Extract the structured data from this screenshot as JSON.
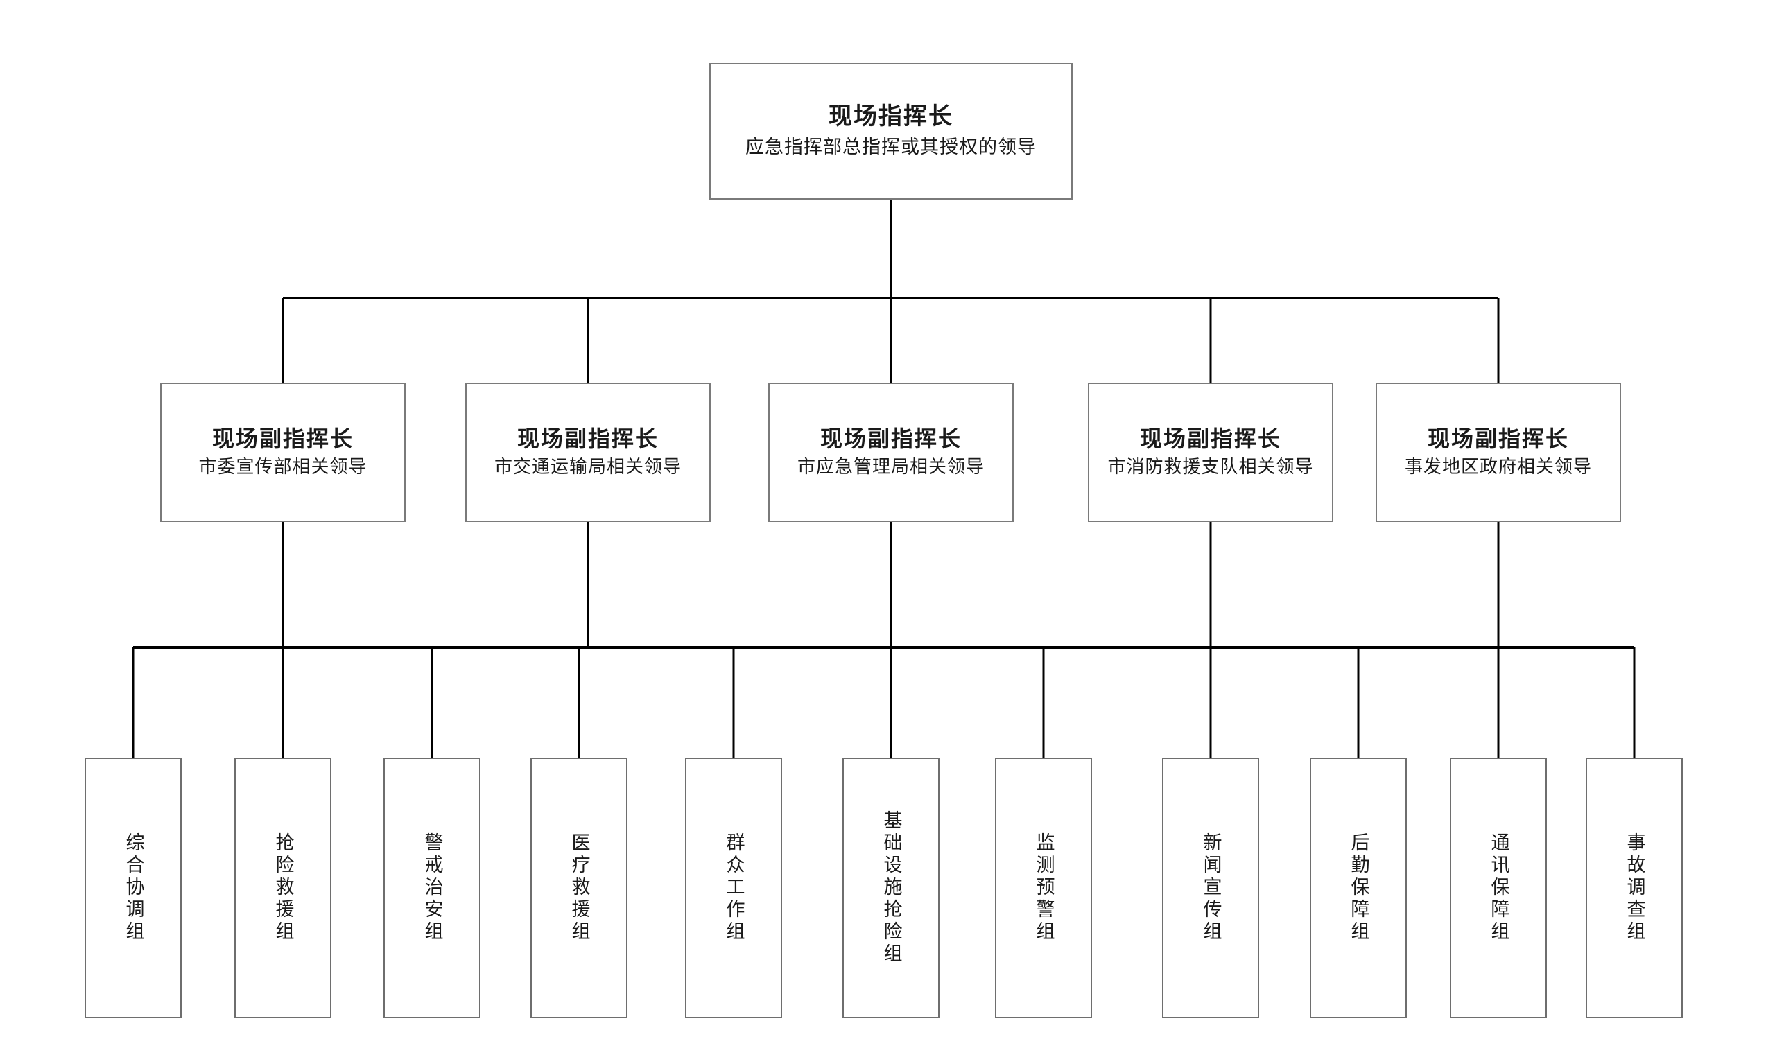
{
  "chart": {
    "commander": {
      "title": "现场指挥长",
      "subtitle": "应急指挥部总指挥或其授权的领导"
    },
    "deputies": [
      {
        "title": "现场副指挥长",
        "subtitle": "市委宣传部相关领导"
      },
      {
        "title": "现场副指挥长",
        "subtitle": "市交通运输局相关领导"
      },
      {
        "title": "现场副指挥长",
        "subtitle": "市应急管理局相关领导"
      },
      {
        "title": "现场副指挥长",
        "subtitle": "市消防救援支队相关领导"
      },
      {
        "title": "现场副指挥长",
        "subtitle": "事发地区政府相关领导"
      }
    ],
    "groups": [
      "综合协调组",
      "抢险救援组",
      "警戒治安组",
      "医疗救援组",
      "群众工作组",
      "基础设施抢险组",
      "监测预警组",
      "新闻宣传组",
      "后勤保障组",
      "通讯保障组",
      "事故调查组"
    ],
    "colors": {
      "line": "#000000",
      "box_border": "#7a7a7a",
      "background": "#ffffff",
      "text": "#1a1a1a"
    }
  }
}
